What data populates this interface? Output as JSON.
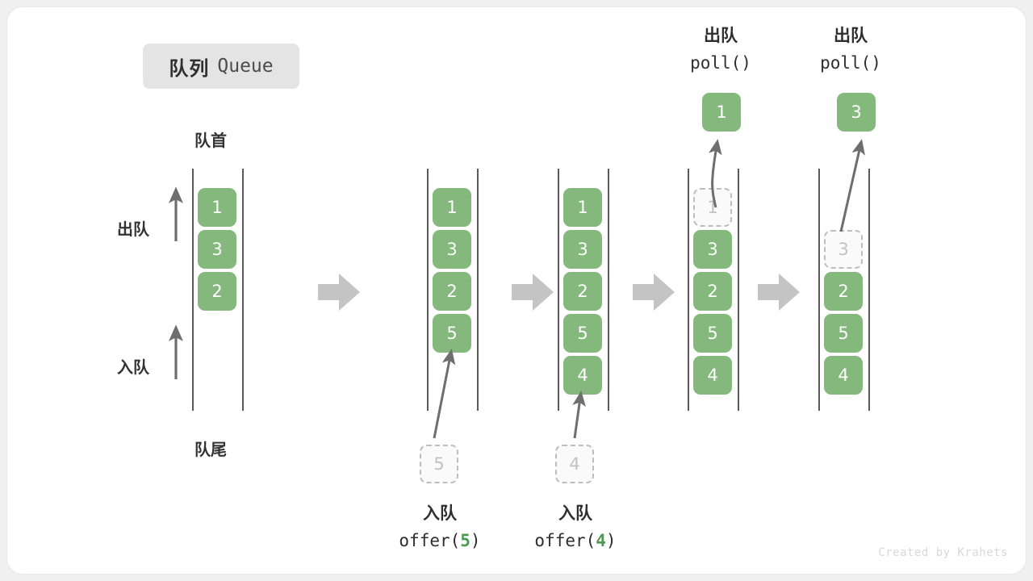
{
  "title": {
    "cn": "队列",
    "en": "Queue"
  },
  "watermark": "Created by Krahets",
  "annotations": {
    "head": "队首",
    "tail": "队尾",
    "dequeue": "出队",
    "enqueue": "入队"
  },
  "operations": {
    "offer_5": {
      "cn": "入队",
      "code_prefix": "offer(",
      "arg": "5",
      "code_suffix": ")"
    },
    "offer_4": {
      "cn": "入队",
      "code_prefix": "offer(",
      "arg": "4",
      "code_suffix": ")"
    },
    "poll_1": {
      "cn": "出队",
      "code": "poll()"
    },
    "poll_2": {
      "cn": "出队",
      "code": "poll()"
    }
  },
  "panels": [
    {
      "id": "panel-1",
      "cells": [
        {
          "value": "1",
          "state": "filled"
        },
        {
          "value": "3",
          "state": "filled"
        },
        {
          "value": "2",
          "state": "filled"
        }
      ]
    },
    {
      "id": "panel-2",
      "cells": [
        {
          "value": "1",
          "state": "filled"
        },
        {
          "value": "3",
          "state": "filled"
        },
        {
          "value": "2",
          "state": "filled"
        },
        {
          "value": "5",
          "state": "filled"
        }
      ]
    },
    {
      "id": "panel-3",
      "cells": [
        {
          "value": "1",
          "state": "filled"
        },
        {
          "value": "3",
          "state": "filled"
        },
        {
          "value": "2",
          "state": "filled"
        },
        {
          "value": "5",
          "state": "filled"
        },
        {
          "value": "4",
          "state": "filled"
        }
      ]
    },
    {
      "id": "panel-4",
      "cells": [
        {
          "value": "1",
          "state": "ghost"
        },
        {
          "value": "3",
          "state": "filled"
        },
        {
          "value": "2",
          "state": "filled"
        },
        {
          "value": "5",
          "state": "filled"
        },
        {
          "value": "4",
          "state": "filled"
        }
      ]
    },
    {
      "id": "panel-5",
      "cells": [
        {
          "value": "",
          "state": "empty"
        },
        {
          "value": "3",
          "state": "ghost"
        },
        {
          "value": "2",
          "state": "filled"
        },
        {
          "value": "5",
          "state": "filled"
        },
        {
          "value": "4",
          "state": "filled"
        }
      ]
    }
  ],
  "incoming": [
    {
      "value": "5",
      "state": "ghost"
    },
    {
      "value": "4",
      "state": "ghost"
    }
  ],
  "outgoing": [
    {
      "value": "1",
      "state": "popped"
    },
    {
      "value": "3",
      "state": "popped"
    }
  ],
  "colors": {
    "cell_green": "#84b87c",
    "ghost_border": "#bdbdbd",
    "rail": "#5a5a5a",
    "arrow_gray": "#6e6e6e",
    "step_arrow": "#c4c4c4",
    "badge_bg": "#e4e4e4",
    "accent_text": "#4c9a52"
  }
}
